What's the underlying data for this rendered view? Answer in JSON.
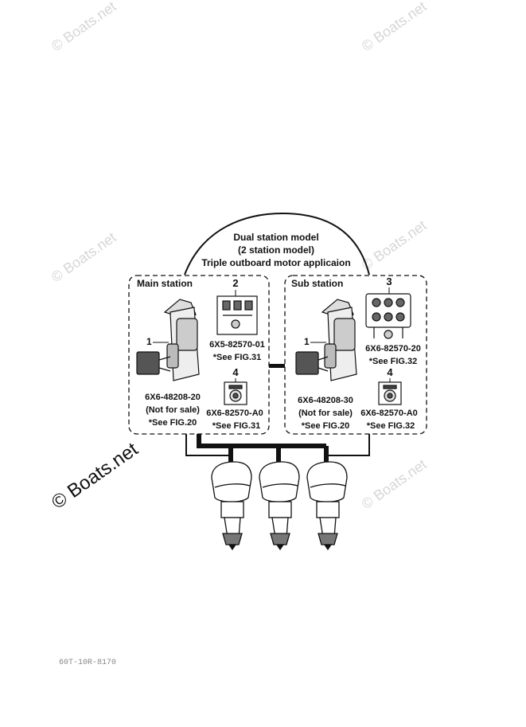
{
  "title": {
    "line1": "Dual station model",
    "line2": "(2 station model)",
    "line3": "Triple outboard motor applicaion"
  },
  "main_station": {
    "label": "Main station",
    "item1": {
      "number": "1",
      "part": "6X6-48208-20",
      "note": "(Not for sale)",
      "ref": "*See FIG.20"
    },
    "item2": {
      "number": "2",
      "part": "6X5-82570-01",
      "ref": "*See FIG.31"
    },
    "item4": {
      "number": "4",
      "part": "6X6-82570-A0",
      "ref": "*See FIG.31"
    }
  },
  "sub_station": {
    "label": "Sub station",
    "item1": {
      "number": "1",
      "part": "6X6-48208-30",
      "note": "(Not for sale)",
      "ref": "*See FIG.20"
    },
    "item3": {
      "number": "3",
      "part": "6X6-82570-20",
      "ref": "*See FIG.32"
    },
    "item4": {
      "number": "4",
      "part": "6X6-82570-A0",
      "ref": "*See FIG.32"
    }
  },
  "watermark": {
    "text": "© Boats.net"
  },
  "figure_code": "60T-10R-8170"
}
